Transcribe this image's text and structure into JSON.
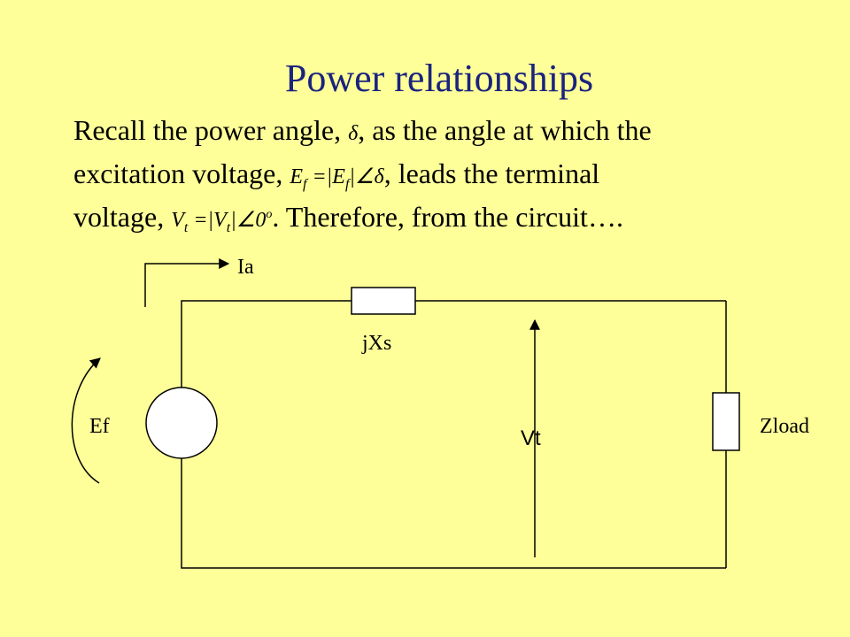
{
  "title": "Power relationships",
  "paragraph": {
    "line1": {
      "a": "Recall the power angle, ",
      "math": "δ",
      "b": ", as the angle at which the"
    },
    "line2": {
      "a": "excitation voltage, ",
      "math_E": "E",
      "math_E_sub": "f",
      "math_eq": " =|",
      "math_E2": "E",
      "math_E2_sub": "f",
      "math_bar": "|∠δ",
      "b": ", leads the terminal"
    },
    "line3": {
      "a": "voltage, ",
      "math_V": "V",
      "math_V_sub": "t",
      "math_eq": " =|",
      "math_V2": "V",
      "math_V2_sub": "t",
      "math_bar": "|∠0",
      "math_deg": "o",
      "b": ".  Therefore, from the circuit…."
    }
  },
  "circuit": {
    "labels": {
      "current": "Ia",
      "reactance": "jXs",
      "source": "Ef",
      "load": "Zload",
      "terminal_voltage": "Vt"
    }
  },
  "colors": {
    "background": "#FFFF99",
    "title": "#1A237E",
    "wire": "#000000",
    "component_fill": "#FFFFFF"
  }
}
